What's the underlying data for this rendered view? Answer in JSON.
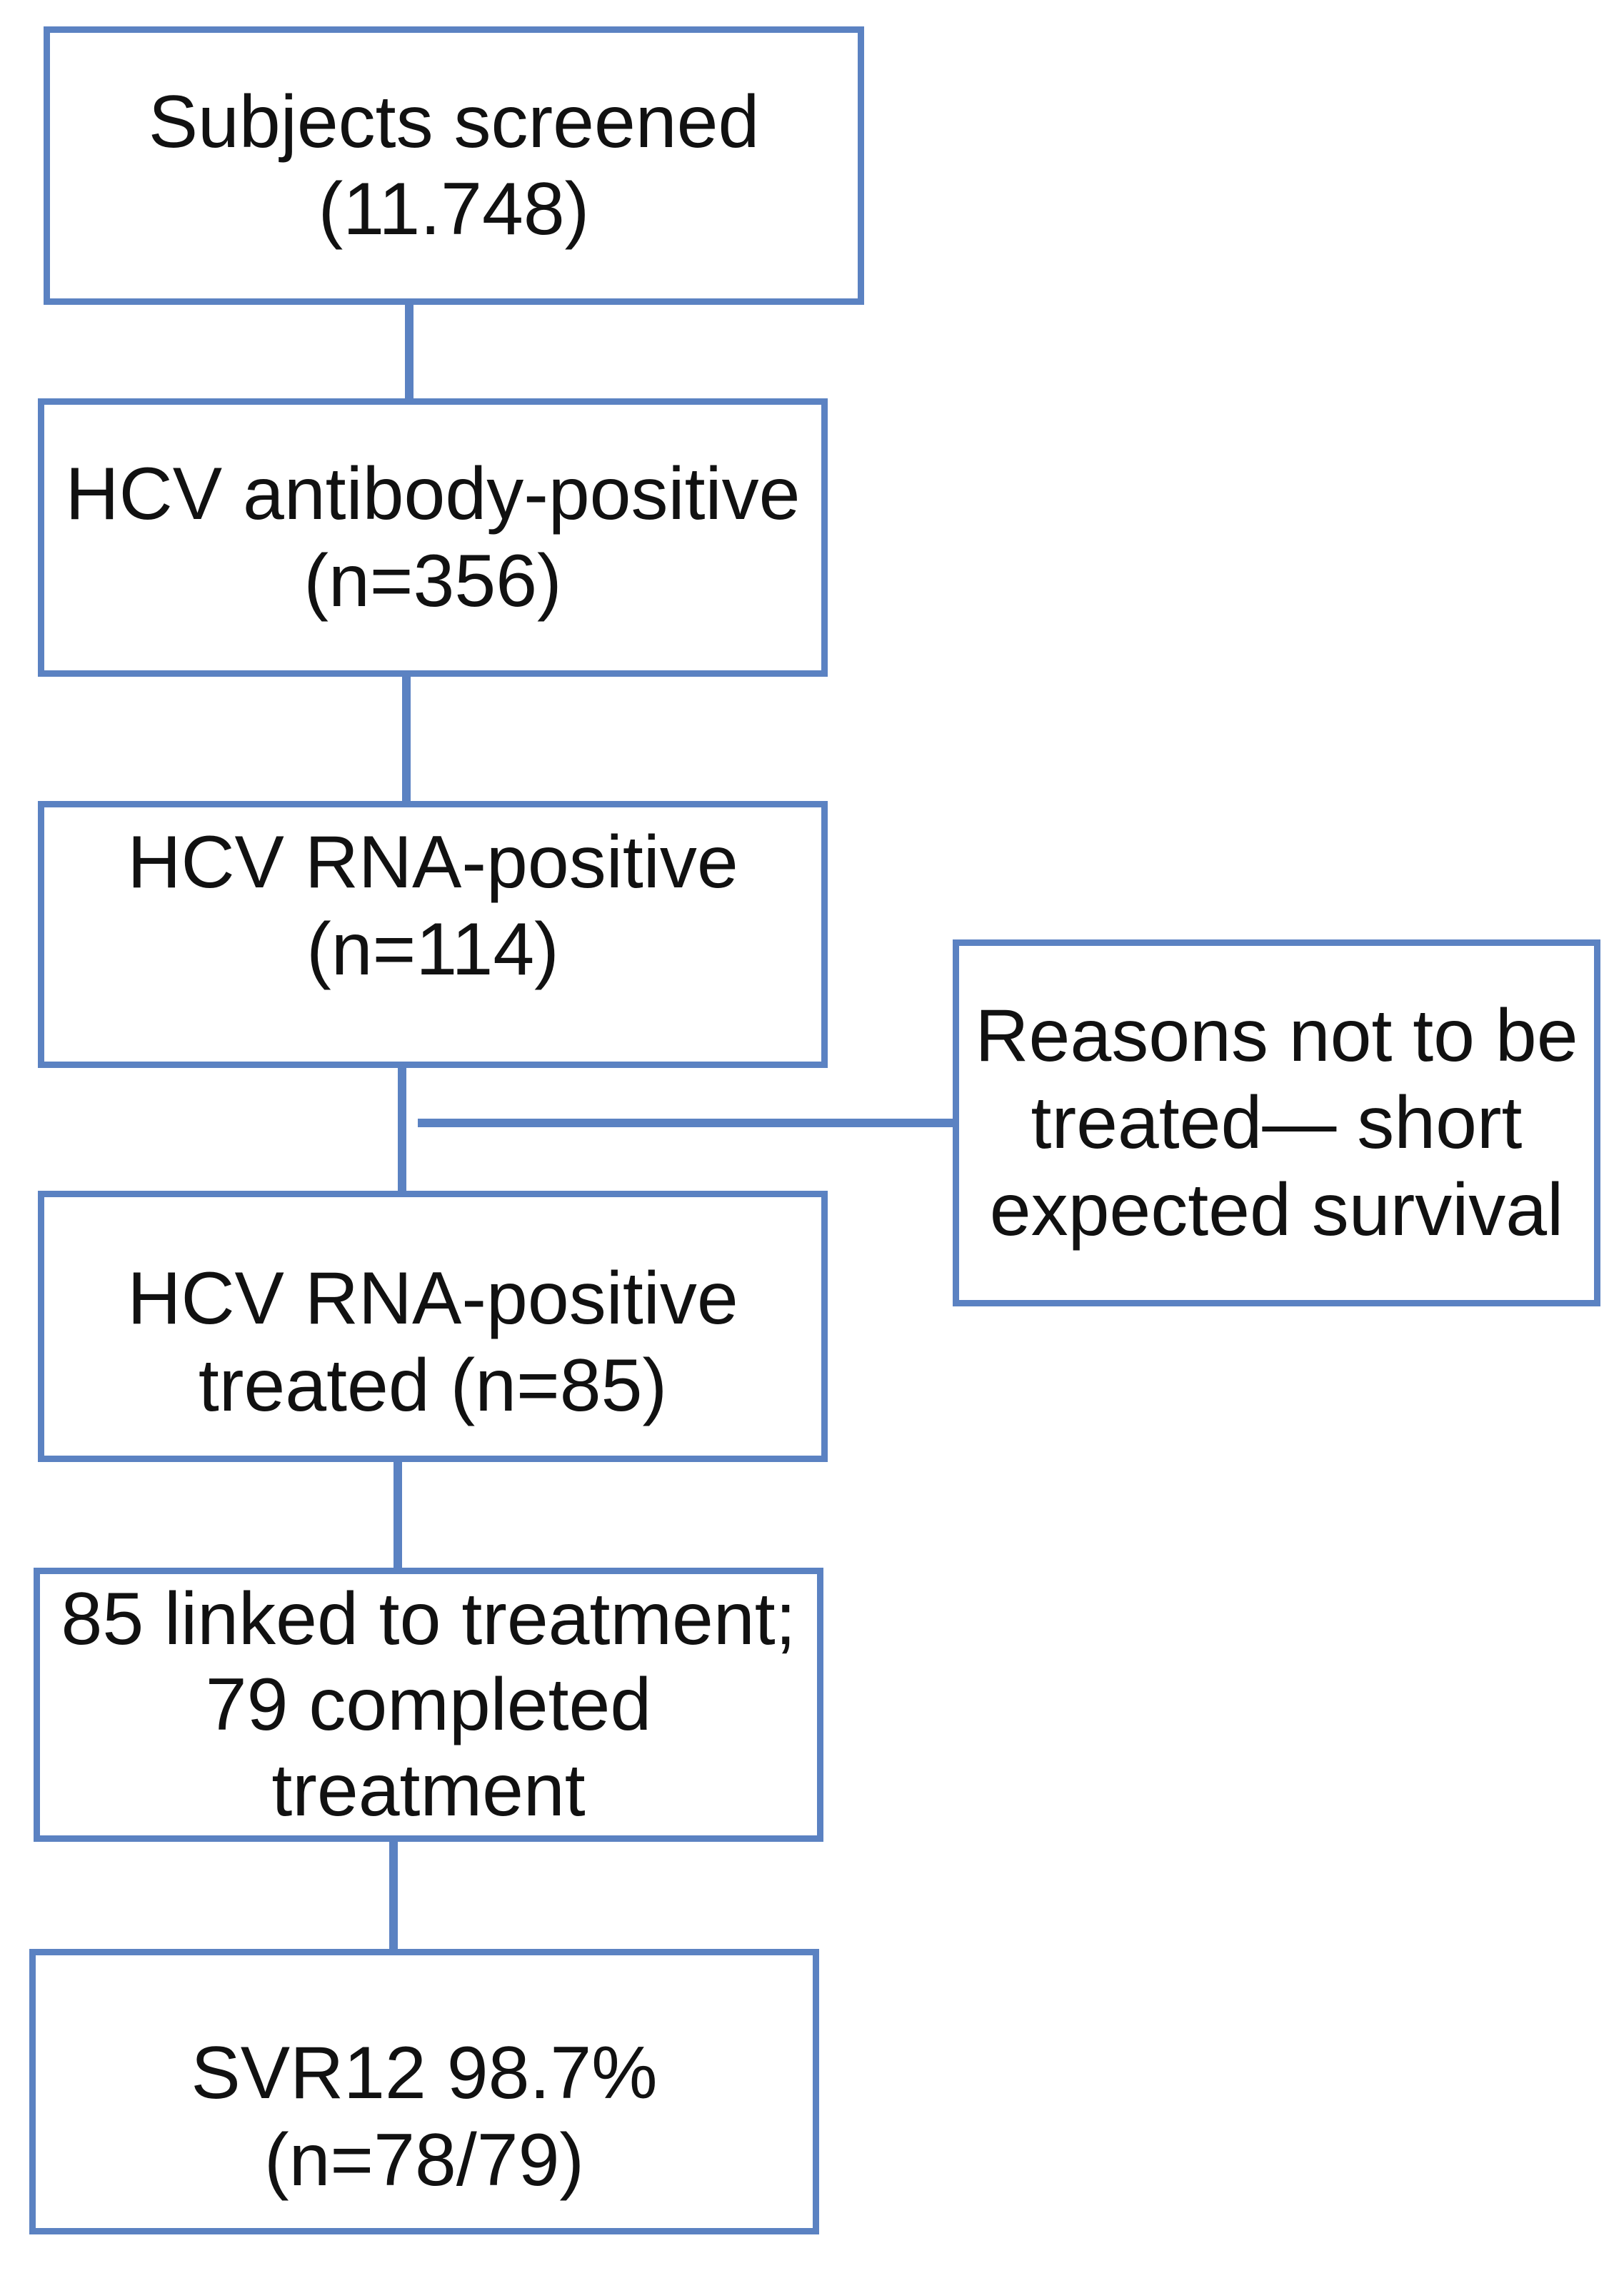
{
  "colors": {
    "box_border": "#5b82c2",
    "connector": "#5b82c2",
    "text": "#111111"
  },
  "boxes": {
    "screened": {
      "line1": "Subjects screened",
      "line2": "(11.748)"
    },
    "antibody": {
      "line1": "HCV antibody-positive",
      "line2": "(n=356)"
    },
    "rna": {
      "line1": "HCV RNA-positive",
      "line2": "(n=114)"
    },
    "reasons": {
      "line1": "Reasons not to be",
      "line2": "treated— short",
      "line3": "expected survival"
    },
    "treated": {
      "line1": "HCV RNA-positive",
      "line2": "treated (n=85)"
    },
    "linked": {
      "line1": "85 linked to treatment;",
      "line2": "79 completed",
      "line3": "treatment"
    },
    "svr": {
      "line1": "SVR12 98.7%",
      "line2": "(n=78/79)"
    }
  }
}
